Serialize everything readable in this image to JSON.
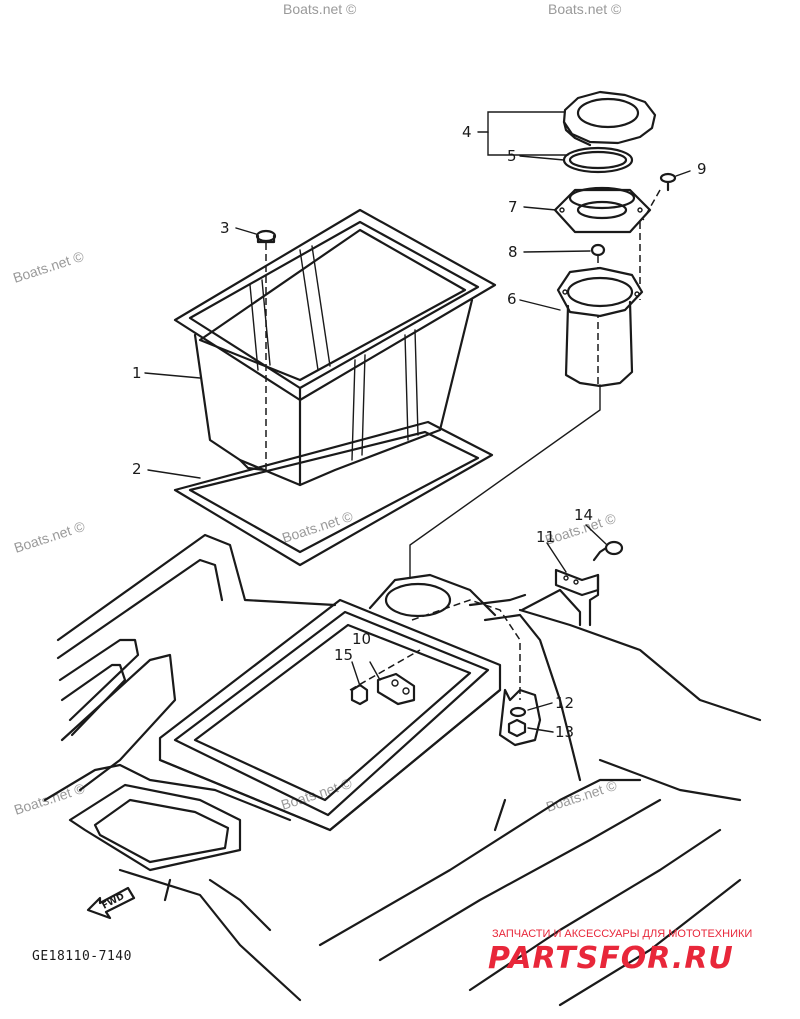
{
  "callouts": [
    {
      "id": "c1",
      "label": "1"
    },
    {
      "id": "c2",
      "label": "2"
    },
    {
      "id": "c3",
      "label": "3"
    },
    {
      "id": "c4",
      "label": "4"
    },
    {
      "id": "c5",
      "label": "5"
    },
    {
      "id": "c6",
      "label": "6"
    },
    {
      "id": "c7",
      "label": "7"
    },
    {
      "id": "c8",
      "label": "8"
    },
    {
      "id": "c9",
      "label": "9"
    },
    {
      "id": "c10",
      "label": "10"
    },
    {
      "id": "c11",
      "label": "11"
    },
    {
      "id": "c12",
      "label": "12"
    },
    {
      "id": "c13",
      "label": "13"
    },
    {
      "id": "c14",
      "label": "14"
    },
    {
      "id": "c15",
      "label": "15"
    }
  ],
  "watermark": "Boats.net ©",
  "drawing_code": "GE18110-7140",
  "fwd_label": "FWD",
  "brand": {
    "tagline": "ЗАПЧАСТИ И АКСЕССУАРЫ ДЛЯ МОТОТЕХНИКИ",
    "name": "PARTSFOR.RU",
    "color": "#e8273a"
  }
}
